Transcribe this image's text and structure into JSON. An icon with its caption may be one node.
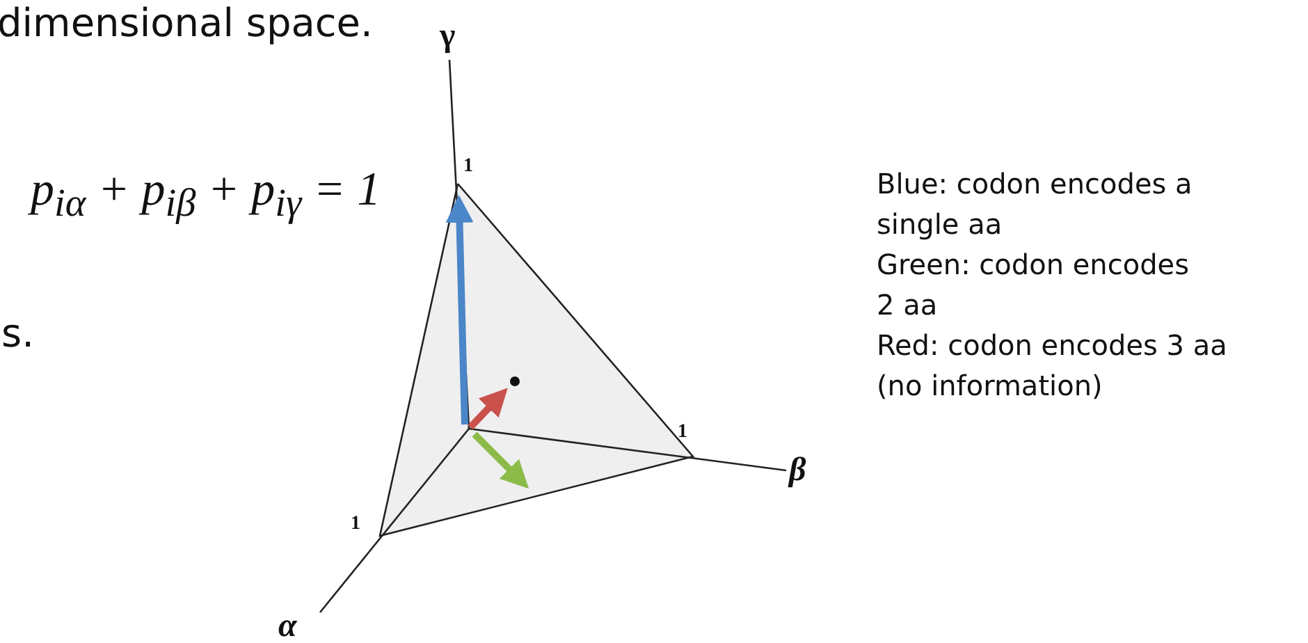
{
  "diagram": {
    "labels": [
      "dimensional space.",
      "γ",
      "p$_{iα}$ + p$_{iβ}$ + p$_{iγ}$ = 1",
      "1",
      "s.",
      "1",
      "β",
      "1",
      "α",
      "Blue: codon encodes a single aa",
      "Green: codon encodes 2 aa",
      "Red: codon encodes 3 aa (no information)"
    ]
  }
}
